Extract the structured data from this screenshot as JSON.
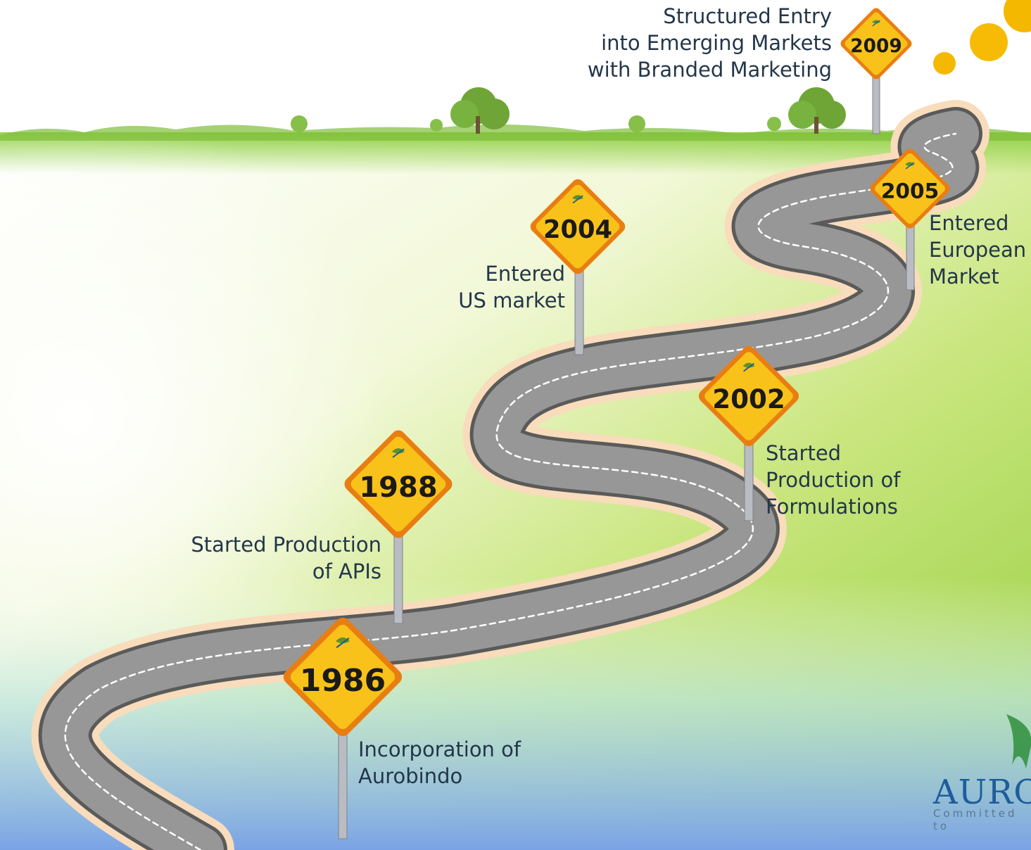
{
  "milestones": [
    {
      "year": "1986",
      "text": "Incorporation of\nAurobindo"
    },
    {
      "year": "1988",
      "text": "Started Production\nof APIs"
    },
    {
      "year": "2002",
      "text": "Started\nProduction of\nFormulations"
    },
    {
      "year": "2004",
      "text": "Entered\nUS market"
    },
    {
      "year": "2005",
      "text": "Entered\nEuropean\nMarket"
    },
    {
      "year": "2009",
      "text": "Structured Entry\ninto Emerging Markets\nwith Branded Marketing"
    }
  ],
  "logo": {
    "name": "AURO",
    "tagline": "Committed to"
  },
  "colors": {
    "sign": "#f6b800",
    "sign_border": "#e07a10",
    "road": "#8a8a8a",
    "road_edge": "#f8dcbc",
    "grass": "#7cc93a",
    "sky_bottom": "#7fa8e6",
    "sun": "#f5b800"
  },
  "icons": {
    "sign_emblem": "leaf-arrow-icon"
  }
}
